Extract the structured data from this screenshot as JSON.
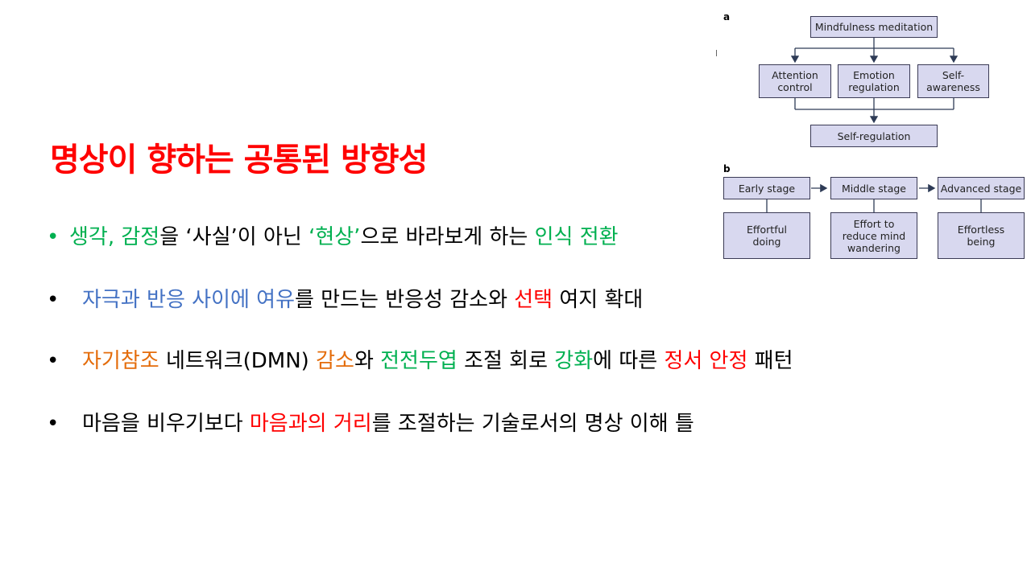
{
  "title": "명상이 향하는 공통된 방향성",
  "bullets": [
    {
      "segments": [
        {
          "text": "생각, 감정",
          "color": "green"
        },
        {
          "text": "을 ‘사실’이 아닌 ",
          "color": "black"
        },
        {
          "text": "‘현상’",
          "color": "green"
        },
        {
          "text": "으로 바라보게 하는 ",
          "color": "black"
        },
        {
          "text": "인식 전환",
          "color": "green"
        }
      ]
    },
    {
      "segments": [
        {
          "text": "자극과 반응 사이에 여유",
          "color": "blue"
        },
        {
          "text": "를 만드는 반응성 감소와 ",
          "color": "black"
        },
        {
          "text": "선택",
          "color": "red"
        },
        {
          "text": " 여지 확대",
          "color": "black"
        }
      ]
    },
    {
      "segments": [
        {
          "text": "자기참조",
          "color": "orange"
        },
        {
          "text": " 네트워크(DMN) ",
          "color": "black"
        },
        {
          "text": "감소",
          "color": "orange"
        },
        {
          "text": "와 ",
          "color": "black"
        },
        {
          "text": "전전두엽",
          "color": "green"
        },
        {
          "text": " 조절 회로 ",
          "color": "black"
        },
        {
          "text": "강화",
          "color": "green"
        },
        {
          "text": "에 따른 ",
          "color": "black"
        },
        {
          "text": "정서 안정",
          "color": "red"
        },
        {
          "text": " 패턴",
          "color": "black"
        }
      ]
    },
    {
      "segments": [
        {
          "text": "마음을 비우기보다 ",
          "color": "black"
        },
        {
          "text": "마음과의 거리",
          "color": "red"
        },
        {
          "text": "를 조절하는 기술로서의 명상 이해 틀",
          "color": "black"
        }
      ]
    }
  ],
  "bullet_symbol": "•",
  "diagram": {
    "panel_a": {
      "label": "a",
      "top": "Mindfulness meditation",
      "middle": [
        "Attention\ncontrol",
        "Emotion\nregulation",
        "Self-\nawareness"
      ],
      "bottom": "Self-regulation"
    },
    "panel_b": {
      "label": "b",
      "stages": [
        "Early stage",
        "Middle stage",
        "Advanced stage"
      ],
      "descriptions": [
        "Effortful\ndoing",
        "Effort to\nreduce mind\nwandering",
        "Effortless\nbeing"
      ]
    }
  },
  "colors": {
    "title": "#ff0000",
    "green": "#00b050",
    "blue": "#4472c4",
    "orange": "#e46c0a",
    "red": "#ff0000",
    "box_fill": "#d8d8ef"
  }
}
